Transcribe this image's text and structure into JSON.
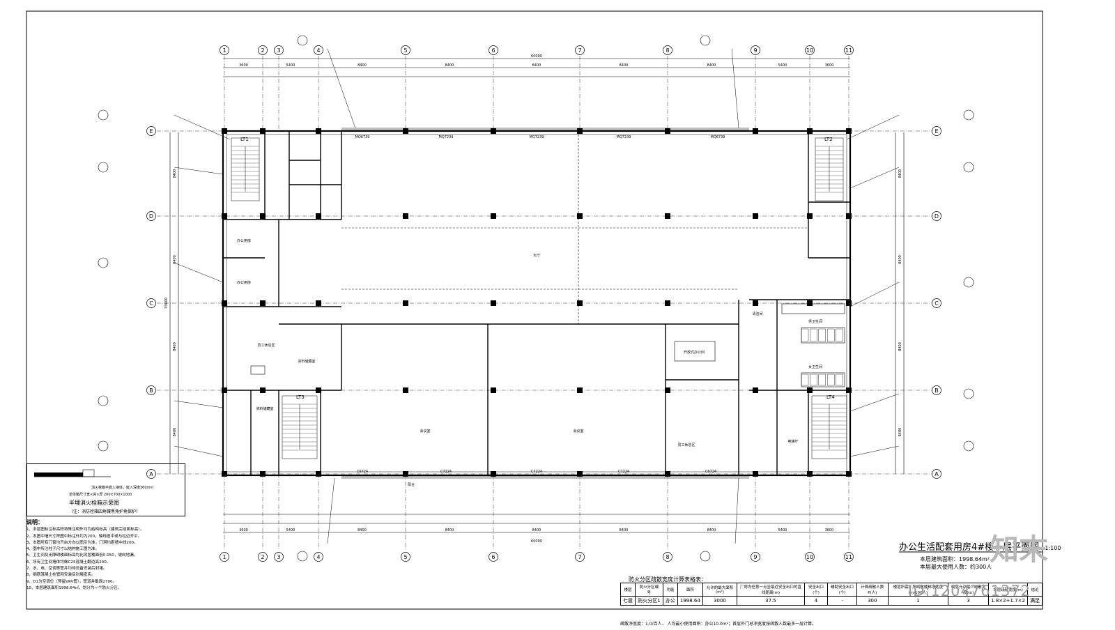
{
  "grid": {
    "cols": [
      "1",
      "2",
      "3",
      "4",
      "5",
      "6",
      "7",
      "8",
      "9",
      "10",
      "11"
    ],
    "rows": [
      "E",
      "D",
      "C",
      "B",
      "A"
    ],
    "top_dims": [
      "3600",
      "5400",
      "8400",
      "8400",
      "8400",
      "8400",
      "8400",
      "5400",
      "3600"
    ],
    "top_overall": "60000",
    "side_dims": [
      "8400",
      "8400",
      "8400",
      "8400"
    ],
    "side_overall": "33600"
  },
  "rooms": [
    {
      "id": "lobby",
      "label": "大厅"
    },
    {
      "id": "office1",
      "label": "办公用房"
    },
    {
      "id": "office2",
      "label": "办公用房"
    },
    {
      "id": "staff_rest",
      "label": "员工休息区"
    },
    {
      "id": "material",
      "label": "资料储藏室"
    },
    {
      "id": "open_office",
      "label": "开放式办公间"
    },
    {
      "id": "meeting_l",
      "label": "会议室"
    },
    {
      "id": "meeting_r",
      "label": "会议室"
    },
    {
      "id": "staff_rest2",
      "label": "员工休息区"
    },
    {
      "id": "mens_wc",
      "label": "男卫生间"
    },
    {
      "id": "womens_wc",
      "label": "女卫生间"
    },
    {
      "id": "janitor",
      "label": "清洁间"
    },
    {
      "id": "elev",
      "label": "电梯厅"
    },
    {
      "id": "material2",
      "label": "资料储藏室"
    },
    {
      "id": "balcony",
      "label": "阳台"
    }
  ],
  "stairs": [
    "LT1",
    "LT2",
    "LT3",
    "LT4"
  ],
  "doors_top": [
    "MQ6739",
    "MQ7239",
    "MQ7239",
    "MQ7239",
    "MQ6739"
  ],
  "doors_bottom": [
    "C6724",
    "C7224",
    "C7224",
    "C7224",
    "C6724"
  ],
  "hydrant": {
    "title": "半埋消火栓箱示意图",
    "note": "（注：消防栓箱四角镶黑角护角保护）",
    "line1": "消火栓箱半嵌入墙体，嵌入深度360mm",
    "line2": "单体箱尺寸宽×高×厚 200×700×1000"
  },
  "notes": {
    "heading": "说明：",
    "items": [
      "1、本层图标注标高除特殊注明外均为结构标高（建筑完成面标高）。",
      "2、本图中墙尺寸除图中标注外均为200，轴线居中或与柱边齐平。",
      "3、本图所有门窗均开启方向以图示为准，门洞均距墙中线200。",
      "4、图中所注柱子尺寸以结构施工图为准。",
      "5、卫生间及无障碍楼面标高均比同层楼面低0.050，坡向地漏。",
      "6、所有卫生间墙体均做C25混凝土翻边高200。",
      "7、水、电、空调等管井均待设备安装后封堵。",
      "8、钢筋混凝土柱管网安装后封堵密实。",
      "9、D1为空调位（预留VRV管），管道井截面2700。",
      "10、本层建筑面积1998.64㎡，划分为一个防火分区。"
    ]
  },
  "title": {
    "main": "办公生活配套用房4#楼一层平面图",
    "scale": "1:100",
    "area": "本层建筑面积：1998.64m²",
    "people": "本层最大使用人数：约300人"
  },
  "table": {
    "title": "防火分区疏散宽度计算表格表：",
    "headers": [
      "楼层",
      "防火分区编号",
      "功能",
      "面积",
      "允许的最大面积(m²)",
      "厂房内任意一点至最近安全出口的直线距离(m)",
      "安全出口(个)",
      "辅助安全出口(个)",
      "计算疏散人数P(人)",
      "楼层所需厂房疏散楼梯净宽度(m/100人)",
      "楼层允许最少疏散宽度(m)",
      "本层疏散宽度(m)",
      "结论"
    ],
    "row": [
      "七层",
      "防火分区1",
      "办公",
      "1998.64",
      "3000",
      "37.5",
      "4",
      "-",
      "300",
      "1",
      "3",
      "1.8×2+1.7×2",
      "满足"
    ],
    "footer": "疏散净宽度：1.0/百人，  人均最小使用面积：办公10.0m²；首层外门总净宽度按疏散人数最多一层计算。"
  },
  "watermark": {
    "id": "ID:1204761372",
    "logo": "知末"
  }
}
